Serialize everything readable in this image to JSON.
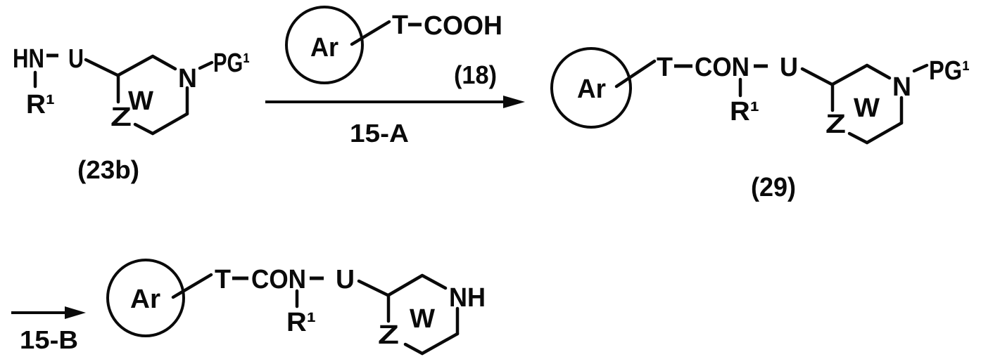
{
  "figure": {
    "type": "chemical-reaction-scheme",
    "background": "#ffffff",
    "ink": "#0a0a0a"
  },
  "step1": {
    "reactant_23b": {
      "hn": "HN",
      "u": "U",
      "r1": "R¹",
      "ring": {
        "z": "Z",
        "w": "W",
        "n": "N",
        "pg1": "PG¹"
      },
      "label": "(23b)"
    },
    "reagent_18": {
      "ar": "Ar",
      "t": "T",
      "cooh": "COOH",
      "label": "(18)"
    },
    "arrow": {
      "label": "15-A"
    },
    "product_29": {
      "ar": "Ar",
      "t": "T",
      "con": "CON",
      "u": "U",
      "r1": "R¹",
      "ring": {
        "z": "Z",
        "w": "W",
        "n": "N",
        "pg1": "PG¹"
      },
      "label": "(29)"
    }
  },
  "step2": {
    "arrow": {
      "label": "15-B"
    },
    "product": {
      "ar": "Ar",
      "t": "T",
      "con": "CON",
      "u": "U",
      "r1": "R¹",
      "ring": {
        "z": "Z",
        "w": "W",
        "nh": "NH"
      }
    }
  }
}
